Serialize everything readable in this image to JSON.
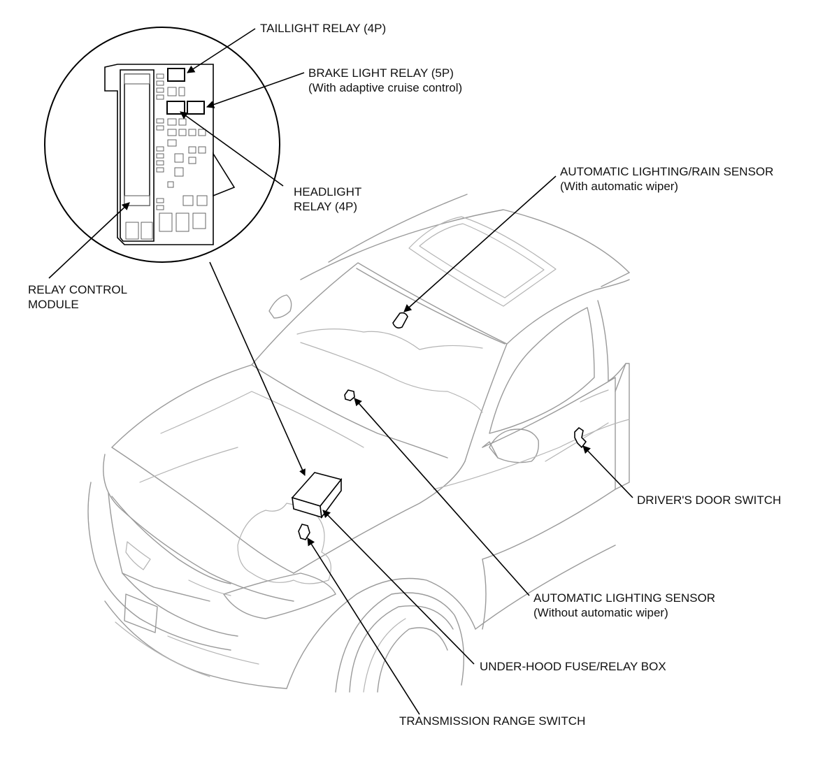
{
  "labels": {
    "taillight_relay": "TAILLIGHT RELAY (4P)",
    "brake_light_relay": [
      "BRAKE LIGHT RELAY (5P)",
      "(With adaptive cruise control)"
    ],
    "headlight_relay": [
      "HEADLIGHT",
      "RELAY (4P)"
    ],
    "relay_control_module": [
      "RELAY CONTROL",
      "MODULE"
    ],
    "auto_lighting_rain_sensor": [
      "AUTOMATIC LIGHTING/RAIN SENSOR",
      "(With automatic wiper)"
    ],
    "drivers_door_switch": "DRIVER'S DOOR SWITCH",
    "auto_lighting_sensor": [
      "AUTOMATIC LIGHTING SENSOR",
      "(Without automatic wiper)"
    ],
    "under_hood_fuse_relay_box": "UNDER-HOOD FUSE/RELAY BOX",
    "transmission_range_switch": "TRANSMISSION RANGE SWITCH"
  }
}
